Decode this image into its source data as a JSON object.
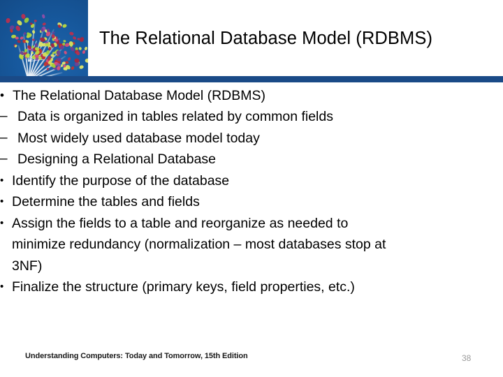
{
  "slide": {
    "title": "The Relational Database Model (RDBMS)",
    "accent_navy": "#1a4a87",
    "art_background": "#17599e",
    "page_number": "38",
    "footer": "Understanding Computers: Today and Tomorrow, 15th Edition"
  },
  "bullets": {
    "level1": "The Relational Database Model (RDBMS)",
    "level1_bullet_glyph": "•",
    "level2_bullet_glyph": "–",
    "level3_bullet_glyph": "•",
    "level2": [
      "Data is organized in tables related by common fields",
      "Most widely used database model today",
      "Designing a Relational Database"
    ],
    "level3": [
      "Identify the purpose of the database",
      "Determine the tables and fields",
      "Assign the fields to a table and reorganize as needed to minimize redundancy (normalization – most databases stop at 3NF)",
      "Finalize the structure (primary keys, field properties, etc.)"
    ]
  },
  "art": {
    "leaf_colors": [
      "#bcd93f",
      "#9fcf3a",
      "#d6e35a",
      "#c4332f",
      "#a8273f",
      "#d94f7a",
      "#6b3f96",
      "#8f4fa8",
      "#e0e76a",
      "#b83050"
    ]
  }
}
